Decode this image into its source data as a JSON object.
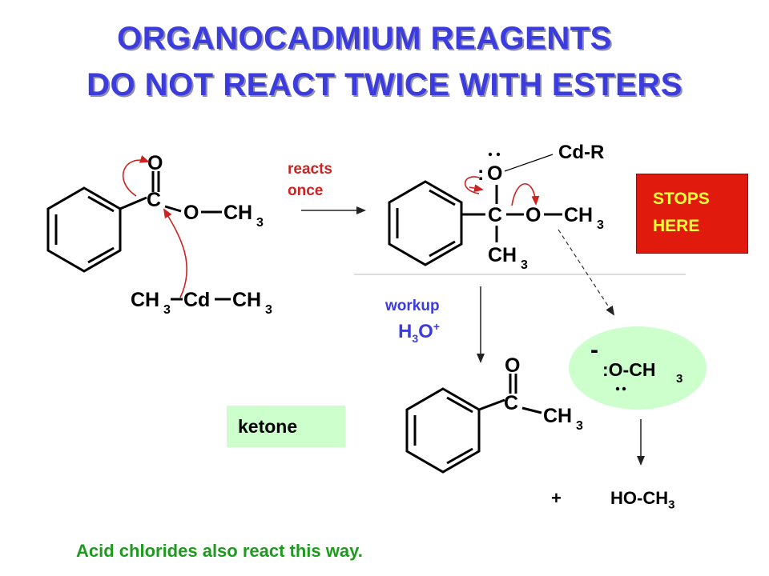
{
  "title": {
    "line1": "ORGANOCADMIUM REAGENTS",
    "line2": "DO NOT REACT TWICE WITH ESTERS"
  },
  "colors": {
    "title": "#3b3bde",
    "red": "#cc2222",
    "stops_box": "#e11a0e",
    "stops_text": "#ffff33",
    "ketone_box": "#ccffcc",
    "note": "#1e9a1e"
  },
  "ester": {
    "carbonyl_o": "O",
    "carbon": "C",
    "ether_o": "O",
    "methyl": "CH",
    "sub": "3"
  },
  "reagent": {
    "left_methyl": "CH",
    "metal": "Cd",
    "right_methyl": "CH",
    "sub": "3"
  },
  "reaction_arrow_label": {
    "line1": "reacts",
    "line2": "once"
  },
  "intermediate": {
    "oxygen": "O",
    "lone_pair": ":",
    "carbon": "C",
    "ether_o": "O",
    "methyl": "CH",
    "bottom_methyl": "CH",
    "sub": "3",
    "cadmium_label": "Cd-R"
  },
  "stops_box": {
    "line1": "STOPS",
    "line2": "HERE"
  },
  "workup": {
    "label": "workup",
    "reagent_main": "H",
    "reagent_sub": "3",
    "reagent_o": "O",
    "reagent_sup": "+"
  },
  "alkoxide": {
    "charge": "-",
    "label": ":O-CH",
    "sub": "3"
  },
  "ketone_product": {
    "carbonyl_o": "O",
    "carbon": "C",
    "methyl": "CH",
    "sub": "3"
  },
  "ketone_box_label": "ketone",
  "byproduct": {
    "plus": "+",
    "formula": "HO-CH",
    "sub": "3"
  },
  "note": "Acid chlorides also react this way."
}
